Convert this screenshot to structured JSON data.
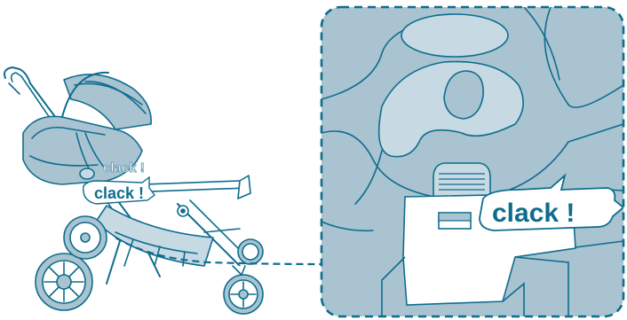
{
  "labels": {
    "stroller_click_ghost": "clack !",
    "stroller_click": "clack !",
    "detail_click": "clack !"
  },
  "colors": {
    "line": "#0e6d8e",
    "fill": "#a9c3d0",
    "fill_light": "#c7dae3",
    "background": "#ffffff"
  }
}
